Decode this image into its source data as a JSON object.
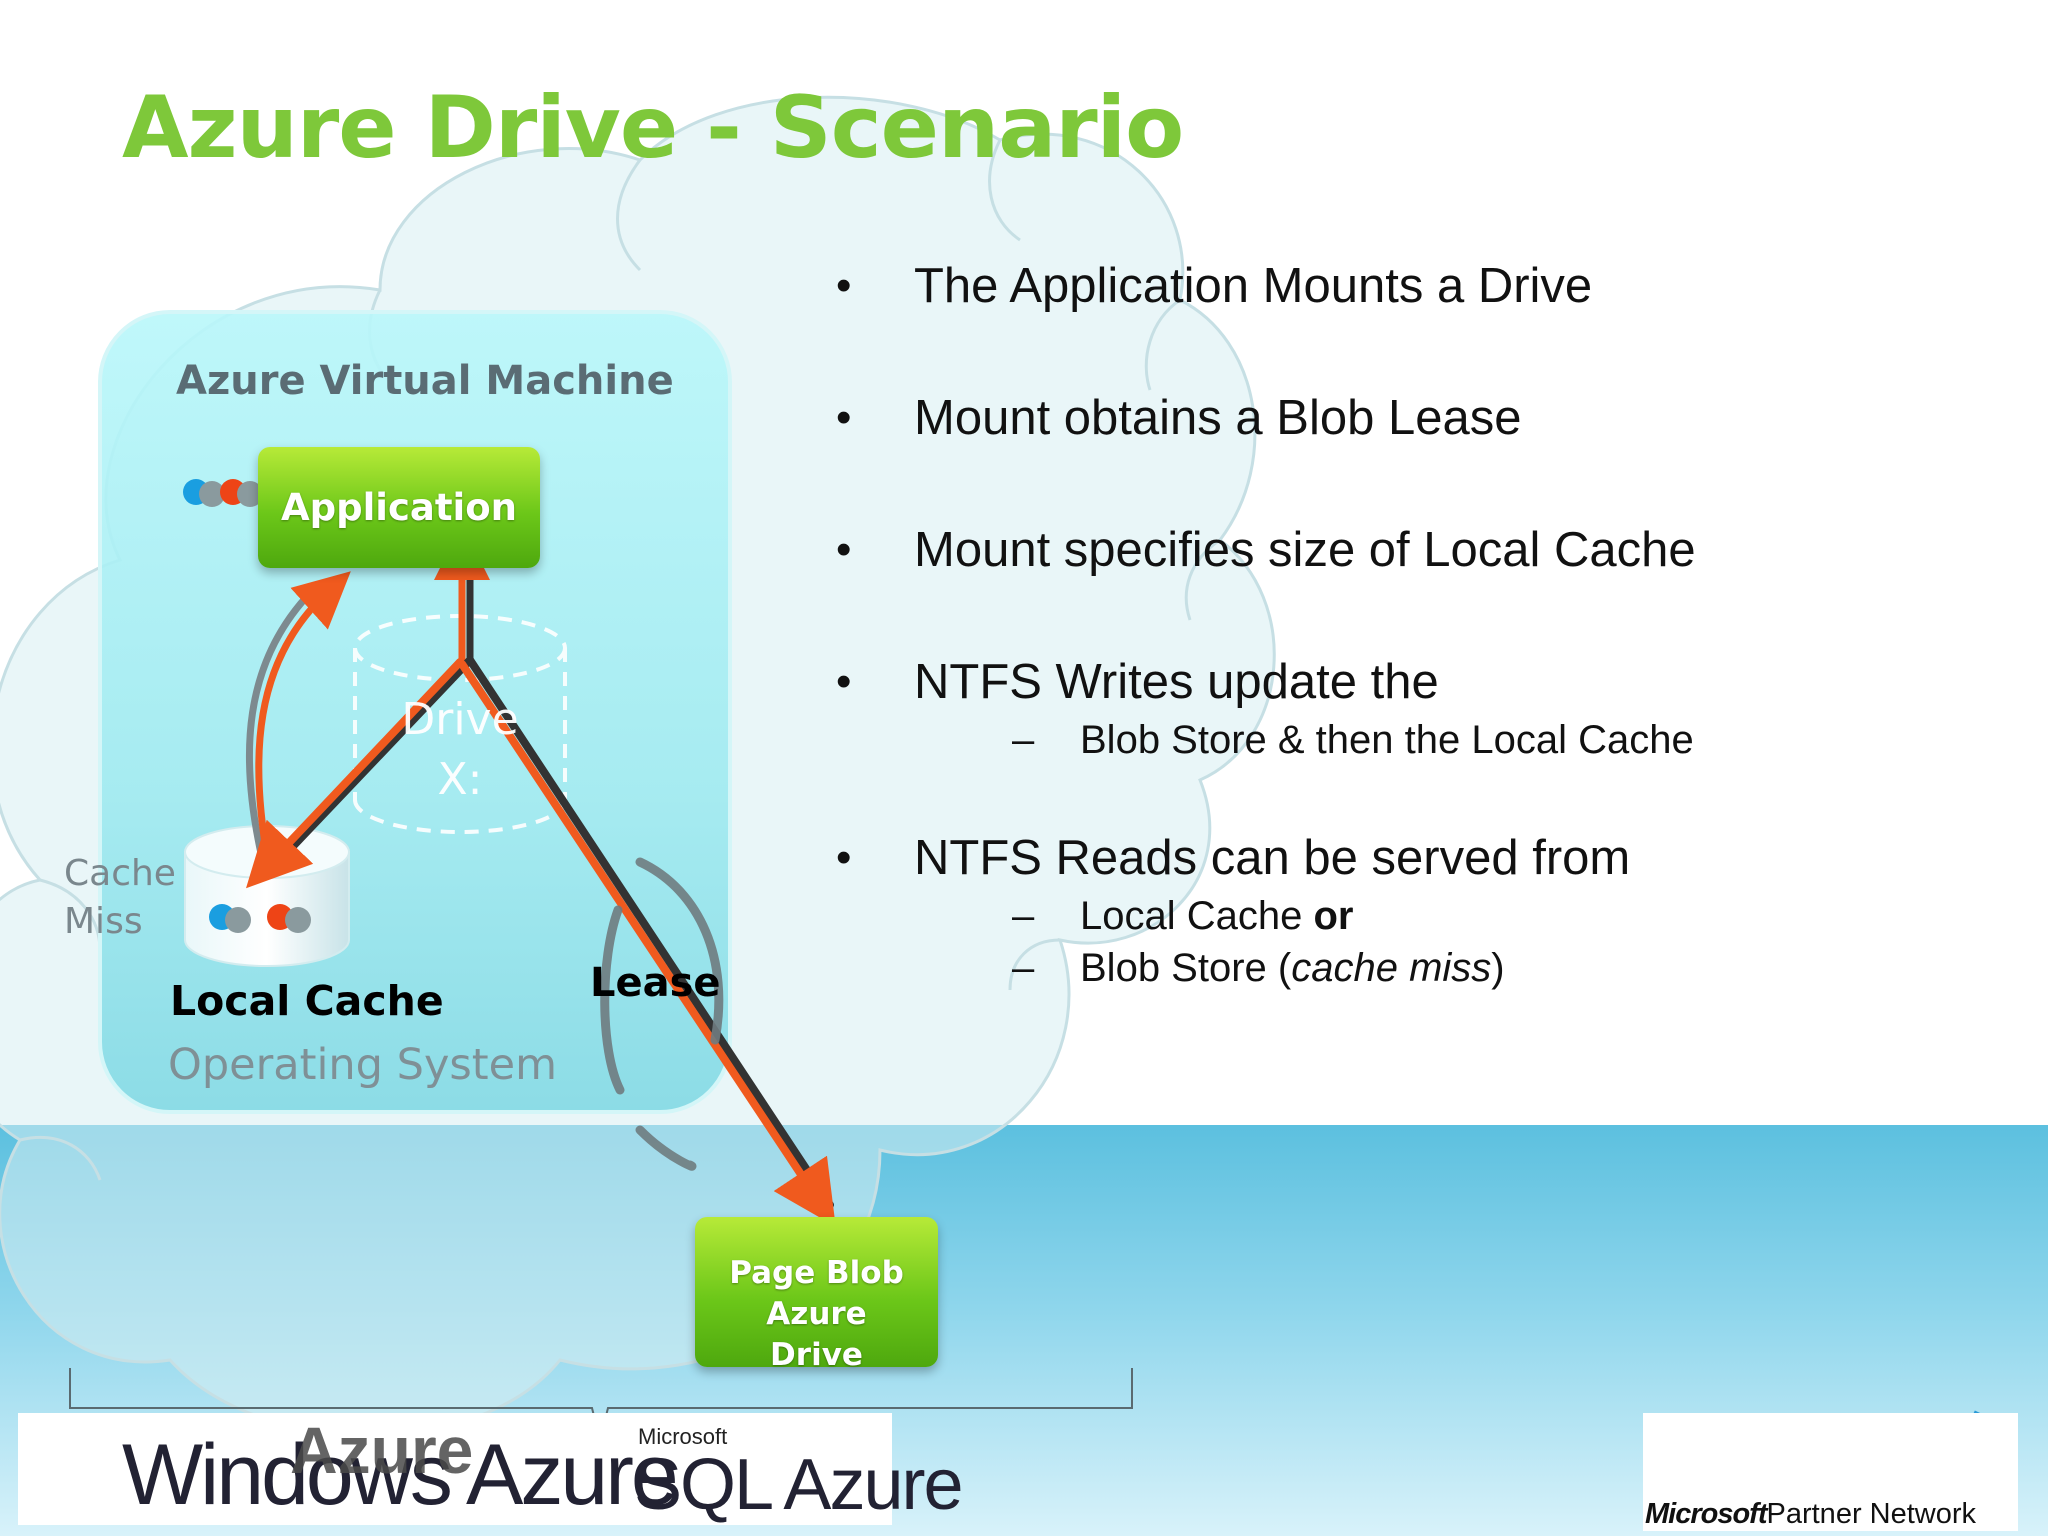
{
  "slide": {
    "title": "Azure Drive - Scenario"
  },
  "diagram": {
    "vm_label": "Azure Virtual Machine",
    "application_label": "Application",
    "drive_label_line1": "Drive",
    "drive_label_line2": "X:",
    "cache_miss_line1": "Cache",
    "cache_miss_line2": "Miss",
    "local_cache_label": "Local Cache",
    "os_label": "Operating System",
    "lease_label": "Lease",
    "page_blob_line1": "Page Blob",
    "page_blob_line2": "Azure",
    "page_blob_line3": "Drive",
    "colors": {
      "title_green": "#7ec83a",
      "box_green": "#6cc719",
      "arrow_orange": "#f05a1e",
      "vm_cyan": "#a9f1f6"
    }
  },
  "bullets": [
    {
      "text": "The Application Mounts a Drive"
    },
    {
      "text": "Mount obtains a Blob Lease"
    },
    {
      "text": "Mount specifies size of Local Cache"
    },
    {
      "text": "NTFS Writes update the",
      "subs": [
        "Blob Store & then the Local Cache"
      ]
    },
    {
      "text": "NTFS Reads can be served from",
      "subs_rich": [
        {
          "plain": "Local Cache ",
          "bold": "or"
        },
        {
          "plain": "Blob Store (",
          "italic": "cache miss",
          "after": ")"
        }
      ]
    }
  ],
  "bullet_glyph": "•",
  "dash_glyph": "–",
  "footer": {
    "windows_azure": "Windows Azure",
    "azure_overlay": "Azure",
    "microsoft_small": "Microsoft",
    "sql_azure": "SQL Azure",
    "mpn_brand": "Microsoft",
    "mpn_rest": "Partner Network"
  }
}
